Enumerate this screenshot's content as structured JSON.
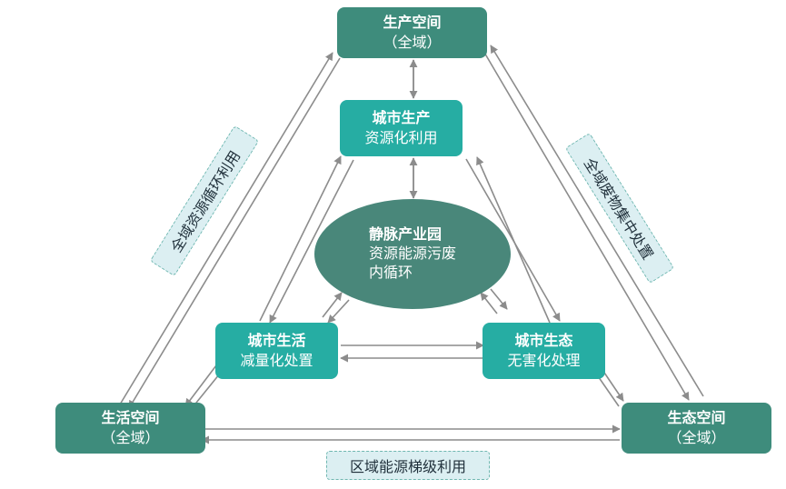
{
  "nodes": {
    "production_space": {
      "title": "生产空间",
      "subtitle": "（全域）"
    },
    "living_space": {
      "title": "生活空间",
      "subtitle": "（全域）"
    },
    "ecological_space": {
      "title": "生态空间",
      "subtitle": "（全域）"
    },
    "urban_production": {
      "title": "城市生产",
      "subtitle": "资源化利用"
    },
    "urban_living": {
      "title": "城市生活",
      "subtitle": "减量化处置"
    },
    "urban_ecology": {
      "title": "城市生态",
      "subtitle": "无害化处理"
    },
    "eco_park": {
      "line1": "静脉产业园",
      "line2": "资源能源污废",
      "line3": "内循环"
    }
  },
  "labels": {
    "left_side": "全域资源循环利用",
    "right_side": "全域废物集中处置",
    "bottom_side": "区域能源梯级利用"
  },
  "colors": {
    "outer_box": "#3e8c7c",
    "inner_box": "#26ada3",
    "center_ellipse": "#49877a",
    "arrow": "#8c8c8c",
    "tag_fill": "#dceff2",
    "tag_border": "#6fb7b0"
  }
}
